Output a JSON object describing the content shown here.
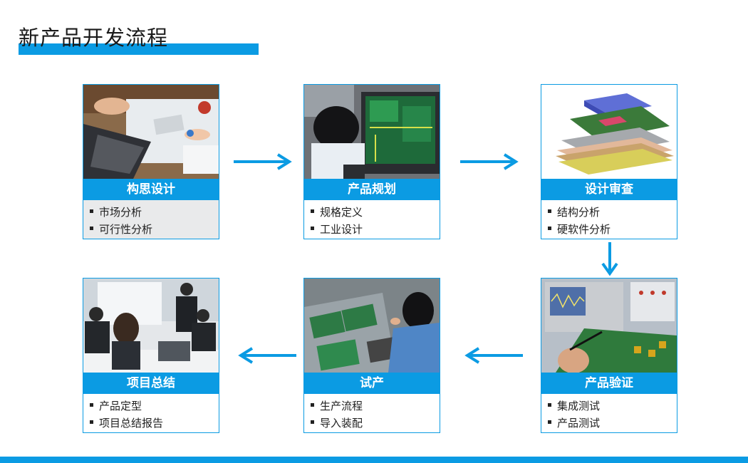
{
  "title": "新产品开发流程",
  "colors": {
    "accent": "#0b9be3",
    "text": "#1a1a1a"
  },
  "steps": [
    {
      "name": "构思设计",
      "items": [
        "市场分析",
        "可行性分析"
      ],
      "image": "business-meeting-laptop"
    },
    {
      "name": "产品规划",
      "items": [
        "规格定义",
        "工业设计"
      ],
      "image": "engineer-pcb-screen"
    },
    {
      "name": "设计审查",
      "items": [
        "结构分析",
        "硬软件分析"
      ],
      "image": "exploded-product-layers"
    },
    {
      "name": "产品验证",
      "items": [
        "集成测试",
        "产品测试"
      ],
      "image": "oscilloscope-board-test"
    },
    {
      "name": "试产",
      "items": [
        "生产流程",
        "导入装配"
      ],
      "image": "assembly-line-worker"
    },
    {
      "name": "项目总结",
      "items": [
        "产品定型",
        "项目总结报告"
      ],
      "image": "team-meeting-presentation"
    }
  ]
}
